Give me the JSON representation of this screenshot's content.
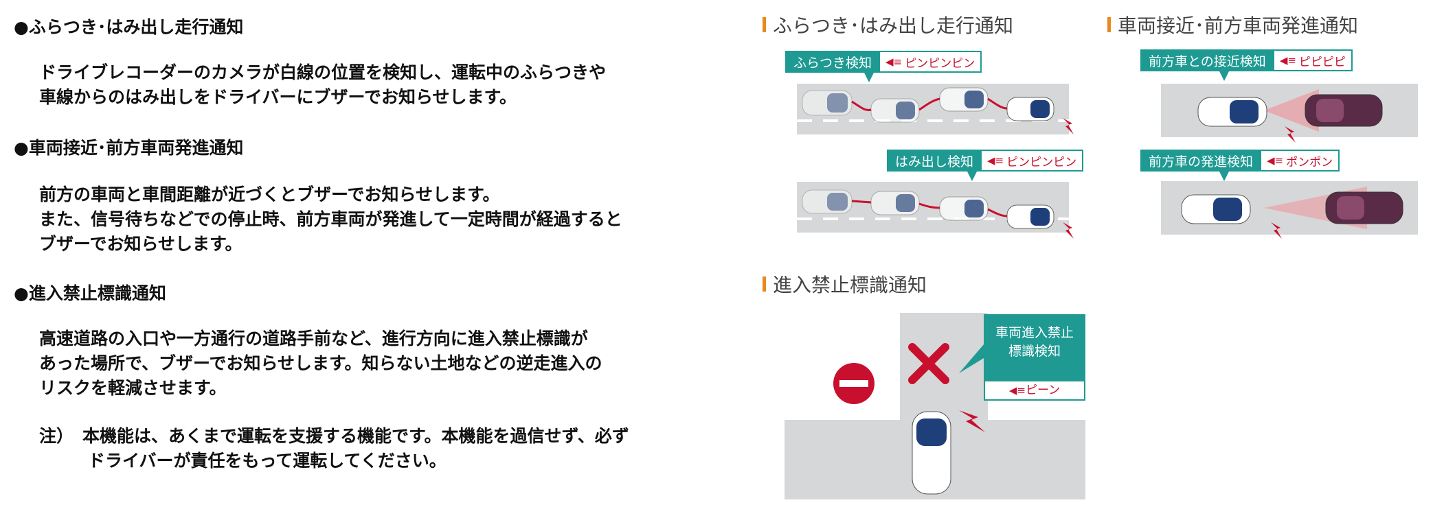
{
  "left": {
    "sections": [
      {
        "heading": "●ふらつき･はみ出し走行通知",
        "lines": [
          "ドライブレコーダーのカメラが白線の位置を検知し、運転中のふらつきや",
          "車線からのはみ出しをドライバーにブザーでお知らせします。"
        ]
      },
      {
        "heading": "●車両接近･前方車両発進通知",
        "lines": [
          "前方の車両と車間距離が近づくとブザーでお知らせします。",
          "また、信号待ちなどでの停止時、前方車両が発進して一定時間が経過すると",
          "ブザーでお知らせします。"
        ]
      },
      {
        "heading": "●進入禁止標識通知",
        "lines": [
          "高速道路の入口や一方通行の道路手前など、進行方向に進入禁止標識が",
          "あった場所で、ブザーでお知らせします。知らない土地などの逆走進入の",
          "リスクを軽減させます。"
        ]
      }
    ],
    "note": {
      "marker": "注）",
      "lines": [
        "本機能は、あくまで運転を支援する機能です。本機能を過信せず、必ず",
        "ドライバーが責任をもって運転してください。"
      ]
    }
  },
  "panels": {
    "wobble": {
      "title": "ふらつき･はみ出し走行通知",
      "callout1": {
        "label": "ふらつき検知",
        "sound": "ピンピンピン"
      },
      "callout2": {
        "label": "はみ出し検知",
        "sound": "ピンピンピン"
      }
    },
    "approach": {
      "title": "車両接近･前方車両発進通知",
      "callout1": {
        "label": "前方車との接近検知",
        "sound": "ピピピピ"
      },
      "callout2": {
        "label": "前方車の発進検知",
        "sound": "ポンポン"
      }
    },
    "noentry": {
      "title": "進入禁止標識通知",
      "callout": {
        "label_line1": "車両進入禁止",
        "label_line2": "標識検知",
        "sound": "ピーン"
      }
    }
  },
  "colors": {
    "teal": "#1e9a93",
    "accent": "#e8891c",
    "alert_red": "#c8102e",
    "road": "#d6d7d8",
    "car_blue": "#1f3f7a"
  },
  "icons": {
    "speaker": "speaker-icon",
    "prohibition": "no-entry-sign-icon",
    "cross": "cross-mark-icon",
    "alert": "lightning-alert-icon"
  }
}
